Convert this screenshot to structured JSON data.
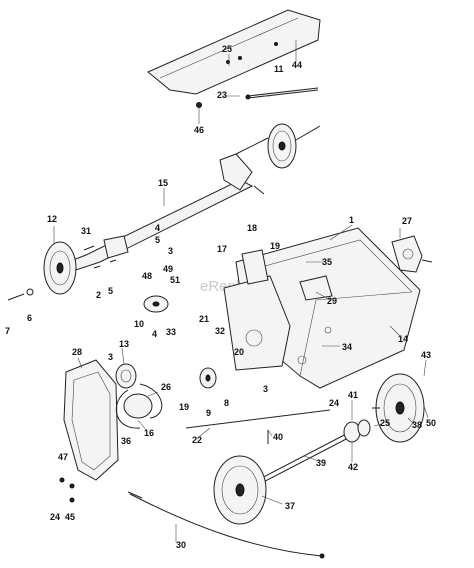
{
  "watermark": "eReplacementParts.com",
  "callouts": [
    "1",
    "2",
    "3",
    "4",
    "5",
    "6",
    "7",
    "8",
    "9",
    "10",
    "11",
    "12",
    "13",
    "14",
    "15",
    "16",
    "17",
    "18",
    "19",
    "20",
    "21",
    "22",
    "23",
    "24",
    "25",
    "26",
    "27",
    "28",
    "29",
    "30",
    "31",
    "32",
    "33",
    "34",
    "35",
    "36",
    "37",
    "38",
    "39",
    "40",
    "41",
    "42",
    "43",
    "44",
    "45",
    "46",
    "47",
    "48",
    "49",
    "50",
    "51"
  ]
}
